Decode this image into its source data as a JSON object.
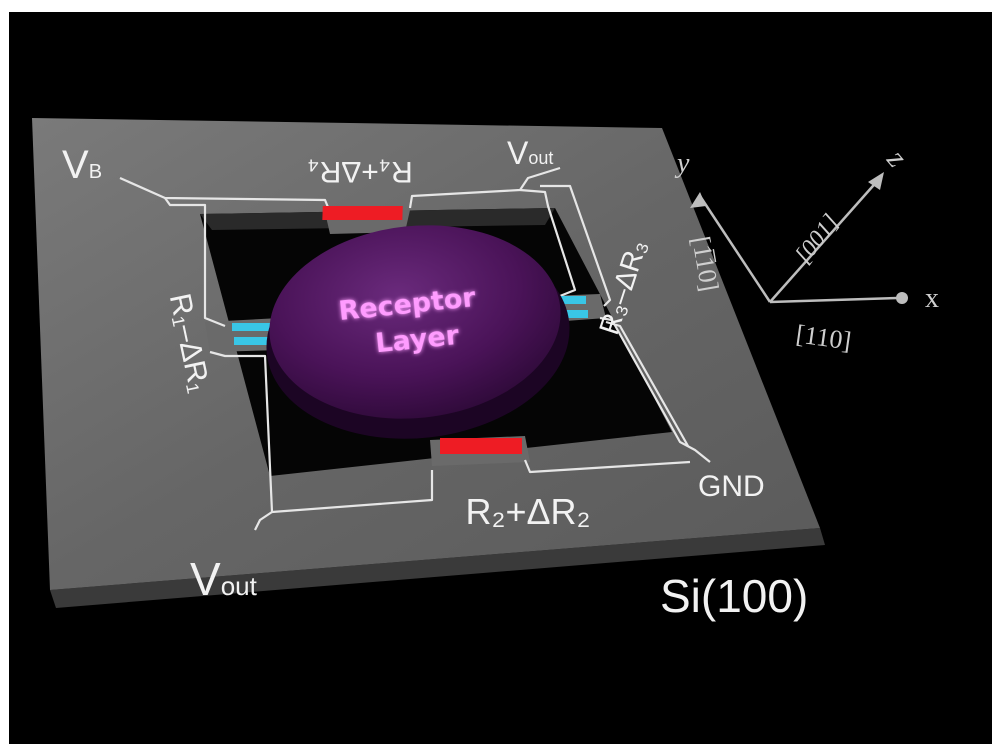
{
  "receptor": {
    "line1": "Receptor",
    "line2": "Layer"
  },
  "labels": {
    "vb_main": "V",
    "vb_sub": "B",
    "vout_tr_main": "V",
    "vout_tr_sub": "out",
    "vout_bl_main": "V",
    "vout_bl_sub": "out",
    "r4": "R₄+ΔR₄",
    "r3": "R₃–ΔR₃",
    "r1": "R₁–ΔR₁",
    "r2": "R₂+ΔR₂",
    "gnd": "GND",
    "substrate": "Si(100)"
  },
  "axes": {
    "x": "x",
    "y": "y",
    "z": "z",
    "dir_110": "[110]",
    "dir_1m10": "[1̅10]",
    "dir_001": "[001]"
  },
  "colors": {
    "chip": "#6a6a6a",
    "trace": "#e8e8e8",
    "piezo_red": "#ee1c24",
    "piezo_cyan": "#39c6e6",
    "receptor": "#4a1358"
  }
}
